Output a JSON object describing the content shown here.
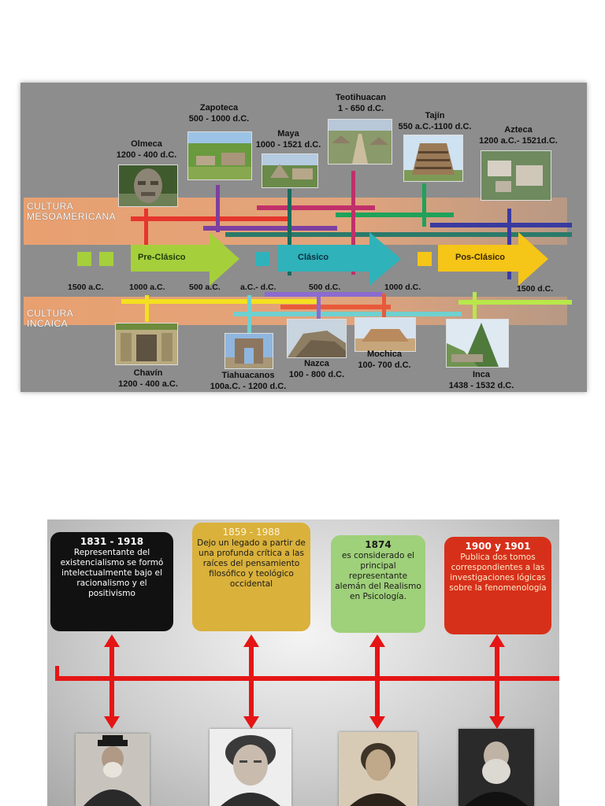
{
  "timeline1": {
    "band_meso_label": [
      "CULTURA",
      "MESOAMERICANA"
    ],
    "band_inca_label": [
      "CULTURA",
      "INCAICA"
    ],
    "phases": [
      {
        "label": "Pre-Clásico",
        "color": "#a6cf3c"
      },
      {
        "label": "Clásico",
        "color": "#2fb2b9"
      },
      {
        "label": "Pos-Clásico",
        "color": "#f5c518"
      }
    ],
    "year_ticks": [
      "1500 a.C.",
      "1000 a.C.",
      "500 a.C.",
      "a.C.- d.C.",
      "500 d.C.",
      "1000 d.C.",
      "1500 d.C."
    ],
    "meso_cultures": [
      {
        "name": "Olmeca",
        "dates": "1200 - 400 d.C."
      },
      {
        "name": "Zapoteca",
        "dates": "500 - 1000 d.C."
      },
      {
        "name": "Maya",
        "dates": "1000 - 1521 d.C."
      },
      {
        "name": "Teotihuacan",
        "dates": "1 -  650 d.C."
      },
      {
        "name": "Tajín",
        "dates": "550 a.C.-1100 d.C."
      },
      {
        "name": "Azteca",
        "dates": "1200 a.C.- 1521d.C."
      }
    ],
    "andean_cultures": [
      {
        "name": "Chavín",
        "dates": "1200 - 400 a.C."
      },
      {
        "name": "Tiahuacanos",
        "dates": "100a.C. - 1200 d.C."
      },
      {
        "name": "Nazca",
        "dates": "100 - 800 d.C."
      },
      {
        "name": "Mochica",
        "dates": "100- 700 d.C."
      },
      {
        "name": "Inca",
        "dates": "1438 - 1532 d.C."
      }
    ]
  },
  "timeline2": {
    "events": [
      {
        "year": "1831 - 1918",
        "text": "Representante del existencialismo se formó intelectualmente bajo el racionalismo y el positivismo",
        "bg": "#111111",
        "fg": "#ffffff"
      },
      {
        "year": "1859 - 1988",
        "text": "Dejo un legado a partir de una profunda crítica a las raíces del pensamiento filosófico y teológico occidental",
        "bg": "#d9b13b",
        "fg": "#1a1a1a"
      },
      {
        "year": "1874",
        "text": "es considerado el principal representante alemán del Realismo en Psicología.",
        "bg": "#9fd07a",
        "fg": "#1a1a1a"
      },
      {
        "year": "1900 y 1901",
        "text": "Publica dos tomos correspondientes a las investigaciones lógicas sobre la fenomenología",
        "bg": "#d7301a",
        "fg": "#ffe9c8"
      }
    ],
    "axis_color": "#e51515"
  }
}
